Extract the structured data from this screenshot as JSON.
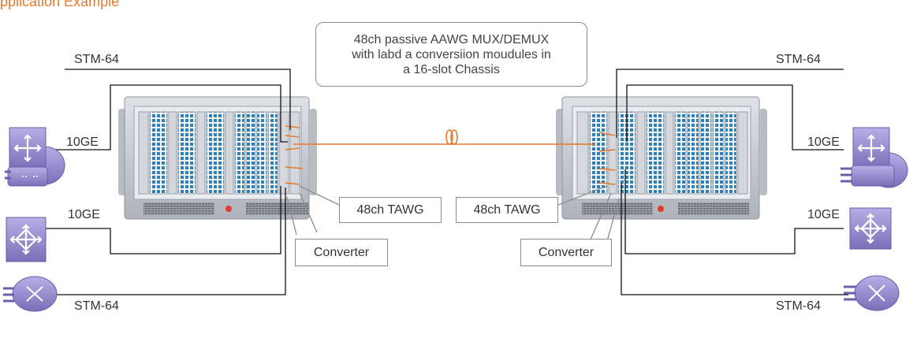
{
  "title_fragment": "pplication Example",
  "callout": {
    "line1": "48ch passive AAWG MUX/DEMUX",
    "line2": "with labd a conversiion moudules in",
    "line3": "a 16-slot Chassis"
  },
  "labels": {
    "stm64": "STM-64",
    "ge10": "10GE",
    "tawg": "48ch TAWG",
    "converter": "Converter"
  },
  "colors": {
    "fiber": "#e8792a",
    "device": "#8a7fc4",
    "chassis": "#c9ccd1",
    "line": "#111111"
  }
}
